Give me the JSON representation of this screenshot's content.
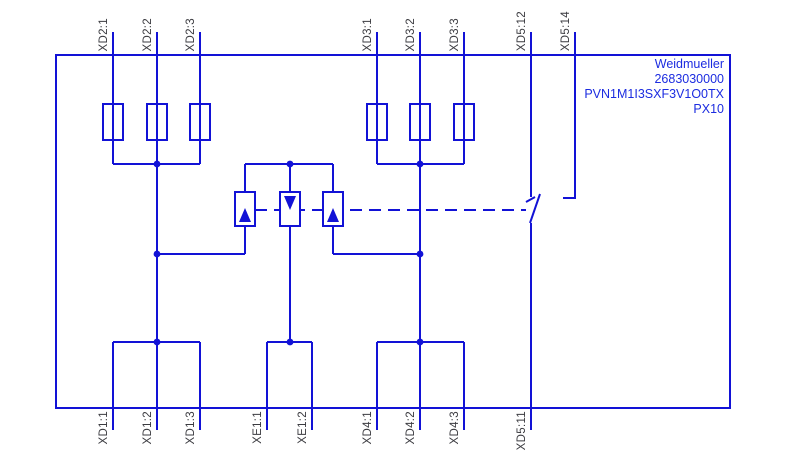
{
  "device_label": {
    "brand": "Weidmueller",
    "article_number": "2683030000",
    "type_code": "PVN1M1I3SXF3V1O0TX",
    "series": "PX10"
  },
  "terminals": {
    "top": [
      {
        "label": "XD2:1"
      },
      {
        "label": "XD2:2"
      },
      {
        "label": "XD2:3"
      },
      {
        "label": "XD3:1"
      },
      {
        "label": "XD3:2"
      },
      {
        "label": "XD3:3"
      },
      {
        "label": "XD5:12"
      },
      {
        "label": "XD5:14"
      }
    ],
    "bottom": [
      {
        "label": "XD1:1"
      },
      {
        "label": "XD1:2"
      },
      {
        "label": "XD1:3"
      },
      {
        "label": "XE1:1"
      },
      {
        "label": "XE1:2"
      },
      {
        "label": "XD4:1"
      },
      {
        "label": "XD4:2"
      },
      {
        "label": "XD4:3"
      },
      {
        "label": "XD5:11"
      }
    ]
  },
  "colors": {
    "wire": "#1212d6",
    "terminal_label": "#3b3b40",
    "device_text": "#1c2ce0",
    "background": "#ffffff"
  }
}
